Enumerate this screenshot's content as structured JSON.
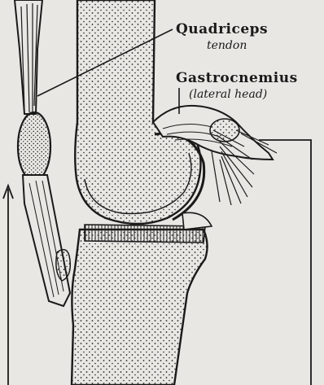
{
  "labels": {
    "quadriceps_line1": "Quadriceps",
    "quadriceps_line2": "tendon",
    "gastrocnemius_line1": "Gastrocnemius",
    "gastrocnemius_line2": "(lateral head)"
  },
  "colors": {
    "paper": "#e9e7e3",
    "ink": "#1a1a1a"
  }
}
